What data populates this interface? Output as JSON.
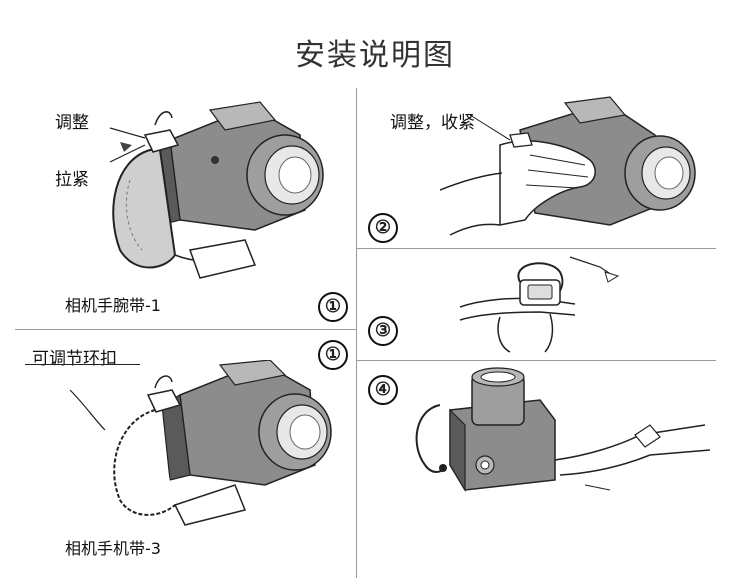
{
  "title": "安装说明图",
  "panel1": {
    "label_adjust": "调整",
    "label_tighten": "拉紧",
    "caption": "相机手腕带-1",
    "step": "①"
  },
  "panel2": {
    "label": "调整，收紧",
    "step": "②"
  },
  "panel3": {
    "step": "③"
  },
  "panel4": {
    "step": "④"
  },
  "panel5": {
    "label": "可调节环扣",
    "caption": "相机手机带-3",
    "step": "①"
  },
  "colors": {
    "camera_body": "#8c8c8c",
    "camera_dark": "#5a5a5a",
    "camera_light": "#b8b8b8",
    "lens_ring": "#9e9e9e",
    "line": "#222222",
    "divider": "#9a9a9a"
  }
}
